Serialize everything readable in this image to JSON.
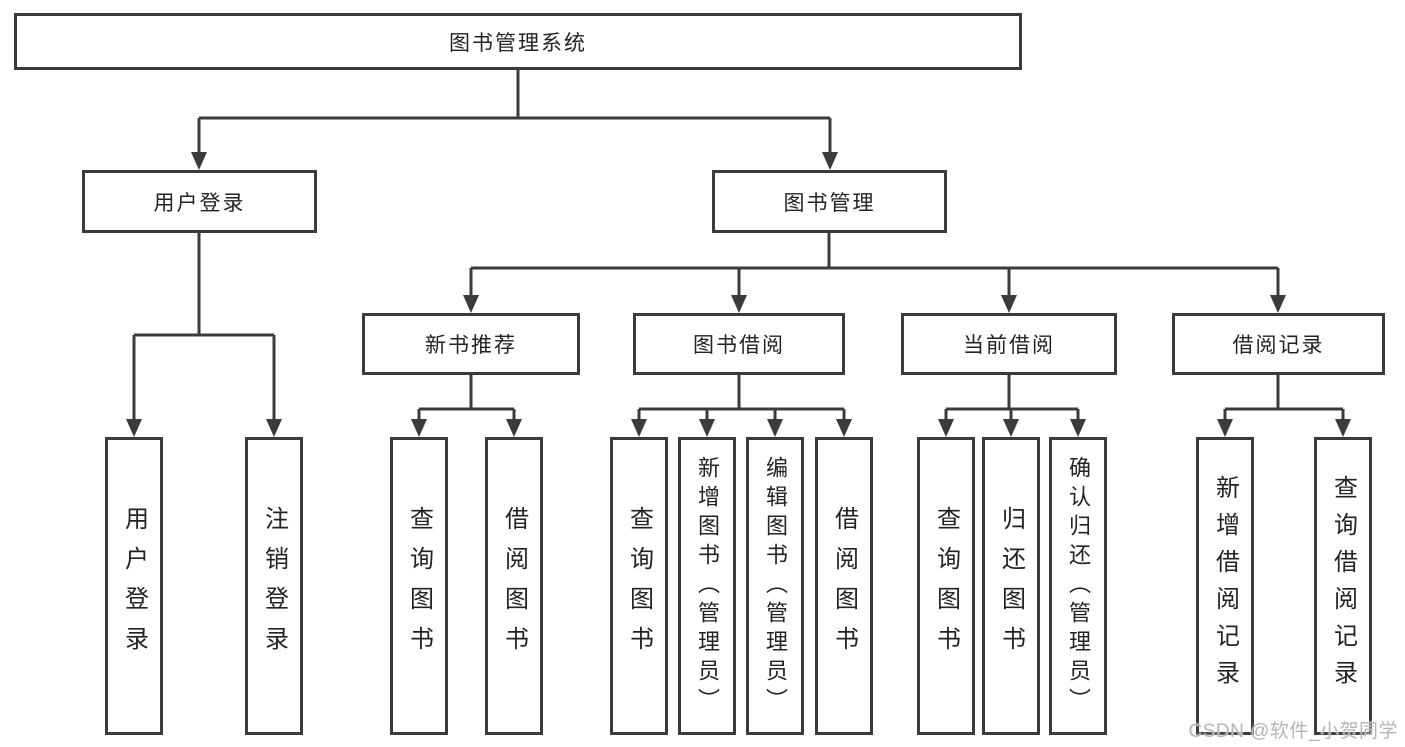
{
  "diagram": {
    "title": "图书管理系统",
    "type": "tree",
    "nodes": {
      "root": {
        "label": "图书管理系统"
      },
      "user_login": {
        "label": "用户登录"
      },
      "book_management": {
        "label": "图书管理"
      },
      "ul_user_login": {
        "label": "用户登录"
      },
      "ul_logout": {
        "label": "注销登录"
      },
      "new_book_recommend": {
        "label": "新书推荐"
      },
      "book_borrow": {
        "label": "图书借阅"
      },
      "current_borrow": {
        "label": "当前借阅"
      },
      "borrow_records": {
        "label": "借阅记录"
      },
      "nbr_query_books": {
        "label": "查询图书"
      },
      "nbr_borrow_books": {
        "label": "借阅图书"
      },
      "bb_query_books": {
        "label": "查询图书"
      },
      "bb_add_books": {
        "label": "新增图书（管理员）"
      },
      "bb_edit_books": {
        "label": "编辑图书（管理员）"
      },
      "bb_borrow_books": {
        "label": "借阅图书"
      },
      "cb_query_books": {
        "label": "查询图书"
      },
      "cb_return_books": {
        "label": "归还图书"
      },
      "cb_confirm_return": {
        "label": "确认归还（管理员）"
      },
      "br_add_record": {
        "label": "新增借阅记录"
      },
      "br_query_record": {
        "label": "查询借阅记录"
      }
    },
    "hierarchy": {
      "图书管理系统": {
        "用户登录": [
          "用户登录",
          "注销登录"
        ],
        "图书管理": {
          "新书推荐": [
            "查询图书",
            "借阅图书"
          ],
          "图书借阅": [
            "查询图书",
            "新增图书（管理员）",
            "编辑图书（管理员）",
            "借阅图书"
          ],
          "当前借阅": [
            "查询图书",
            "归还图书",
            "确认归还（管理员）"
          ],
          "借阅记录": [
            "新增借阅记录",
            "查询借阅记录"
          ]
        }
      }
    }
  },
  "watermark": {
    "text": "CSDN @软件_小贺同学"
  },
  "colors": {
    "line": "#3b3b3b",
    "box_border": "#3b3b3b",
    "text": "#232323",
    "watermark": "#b5b5b5",
    "background": "#ffffff"
  }
}
